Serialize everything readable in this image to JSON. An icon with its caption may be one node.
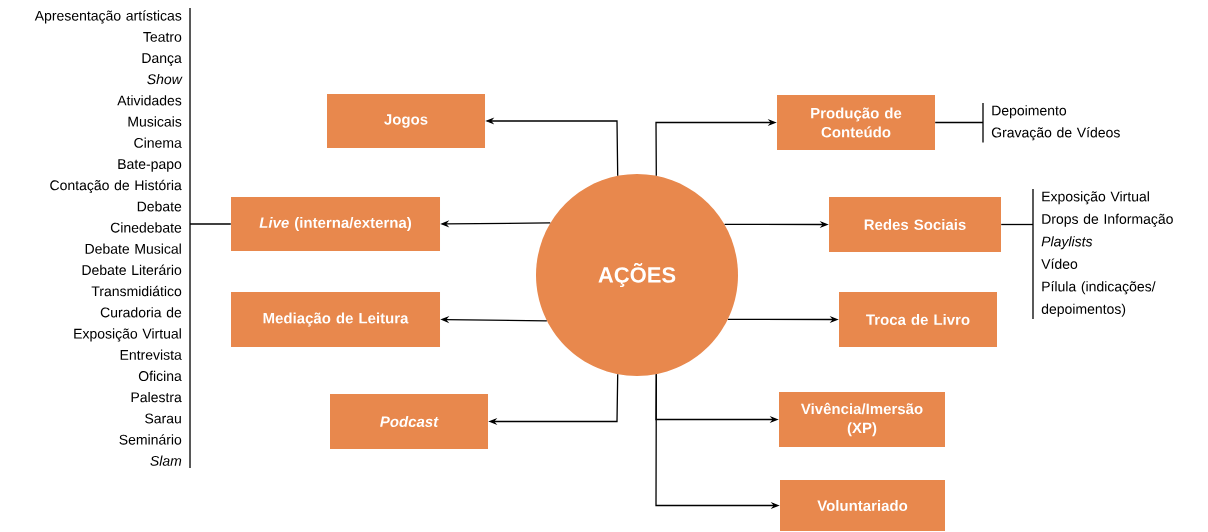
{
  "diagram": {
    "nodes": [
      {
        "text": [
          "AÇÕES"
        ]
      },
      {
        "text": [
          "Jogos"
        ]
      },
      {
        "text": [
          "*Live* (interna/externa)"
        ]
      },
      {
        "text": [
          "Mediação de Leitura"
        ]
      },
      {
        "text": [
          "Podcast"
        ]
      },
      {
        "text": [
          "Produção de Conteúdo"
        ]
      },
      {
        "text": [
          "Redes Sociais"
        ]
      },
      {
        "text": [
          "Troca de Livro"
        ]
      },
      {
        "text": [
          "Vivência/Imersão (XP)"
        ]
      },
      {
        "text": [
          "Voluntariado"
        ]
      },
      {
        "text": [
          "Apresentação artísticas",
          "Teatro",
          "Dança",
          "Show",
          "Atividades",
          "Musicais",
          "Cinema",
          "Bate-papo",
          "Contação de História",
          "Debate",
          "Cinedebate",
          "Debate Musical",
          "Debate Literário",
          "Transmidiático",
          "Curadoria de Exposição Virtual",
          "Entrevista",
          "Oficina",
          "Palestra",
          "Sarau",
          "Seminário",
          "Slam"
        ]
      },
      {
        "text": [
          "Depoimento",
          "Gravação de Vídeos"
        ]
      },
      {
        "text": [
          "Exposição Virtual",
          "Drops de Informação",
          "Playlists",
          "Vídeo",
          "Pílula (indicações/ depoimentos)"
        ]
      }
    ],
    "edges": [
      {
        "from": 0,
        "to": 1,
        "arrow": "to"
      },
      {
        "from": 0,
        "to": 2,
        "arrow": "to"
      },
      {
        "from": 0,
        "to": 3,
        "arrow": "to"
      },
      {
        "from": 0,
        "to": 4,
        "arrow": "to"
      },
      {
        "from": 0,
        "to": 5,
        "arrow": "to"
      },
      {
        "from": 0,
        "to": 6,
        "arrow": "to"
      },
      {
        "from": 0,
        "to": 7,
        "arrow": "to"
      },
      {
        "from": 0,
        "to": 8,
        "arrow": "to"
      },
      {
        "from": 0,
        "to": 9,
        "arrow": "to"
      },
      {
        "from": 2,
        "to": 10,
        "arrow": "none"
      },
      {
        "from": 5,
        "to": 11,
        "arrow": "none"
      },
      {
        "from": 6,
        "to": 12,
        "arrow": "none"
      }
    ]
  }
}
